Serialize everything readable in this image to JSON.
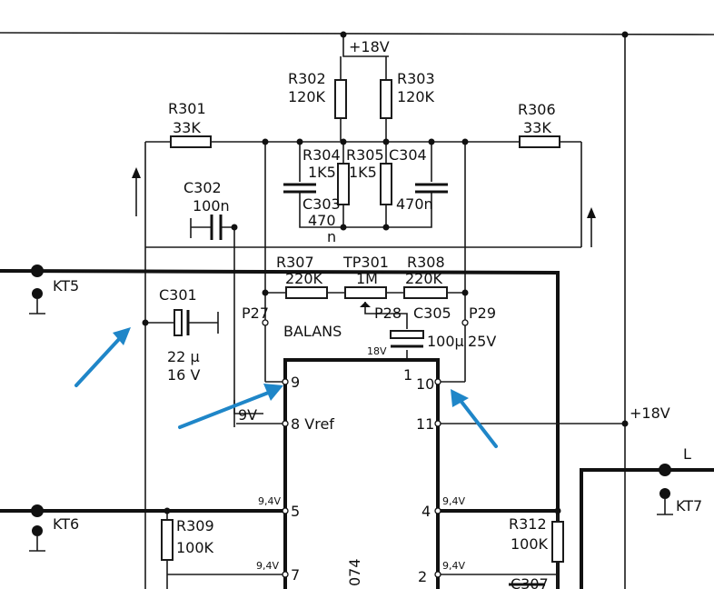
{
  "supply": {
    "top": "+18V",
    "right": "+18V",
    "ref18": "18V",
    "v9": "9V",
    "v94a": "9,4V",
    "v94b": "9,4V",
    "v94c": "9,4V",
    "v94d": "9,4V"
  },
  "resistors": {
    "r301": {
      "ref": "R301",
      "value": "33K"
    },
    "r302": {
      "ref": "R302",
      "value": "120K"
    },
    "r303": {
      "ref": "R303",
      "value": "120K"
    },
    "r304": {
      "ref": "R304",
      "value": "1K5"
    },
    "r305": {
      "ref": "R305",
      "value": "1K5"
    },
    "r306": {
      "ref": "R306",
      "value": "33K"
    },
    "r307": {
      "ref": "R307",
      "value": "220K"
    },
    "r308": {
      "ref": "R308",
      "value": "220K"
    },
    "r309": {
      "ref": "R309",
      "value": "100K"
    },
    "r312": {
      "ref": "R312",
      "value": "100K"
    },
    "tp301": {
      "ref": "TP301",
      "value": "1M"
    }
  },
  "capacitors": {
    "c301": {
      "ref": "C301",
      "value": "22 µ",
      "voltage": "16 V"
    },
    "c302": {
      "ref": "C302",
      "value": "100n"
    },
    "c303": {
      "ref": "C303",
      "value": "470"
    },
    "c304": {
      "ref": "C304",
      "value": "470n"
    },
    "c305": {
      "ref": "C305",
      "value": "100µ",
      "voltage": "25V"
    },
    "c307": {
      "ref": "C307"
    }
  },
  "points": {
    "p27": "P27",
    "p28": "P28",
    "p29": "P29",
    "balans": "BALANS",
    "n": "n"
  },
  "ic": {
    "part": "074",
    "pins": {
      "p1": "1",
      "p2": "2",
      "p4": "4",
      "p5": "5",
      "p7": "7",
      "p8": "8 Vref",
      "p9": "9",
      "p10": "10",
      "p11": "11"
    }
  },
  "terminals": {
    "kt5": "KT5",
    "kt6": "KT6",
    "kt7": "KT7",
    "l": "L"
  },
  "colors": {
    "ink": "#111111",
    "paper": "#ffffff",
    "annotation_arrow": "#1f86c8"
  }
}
